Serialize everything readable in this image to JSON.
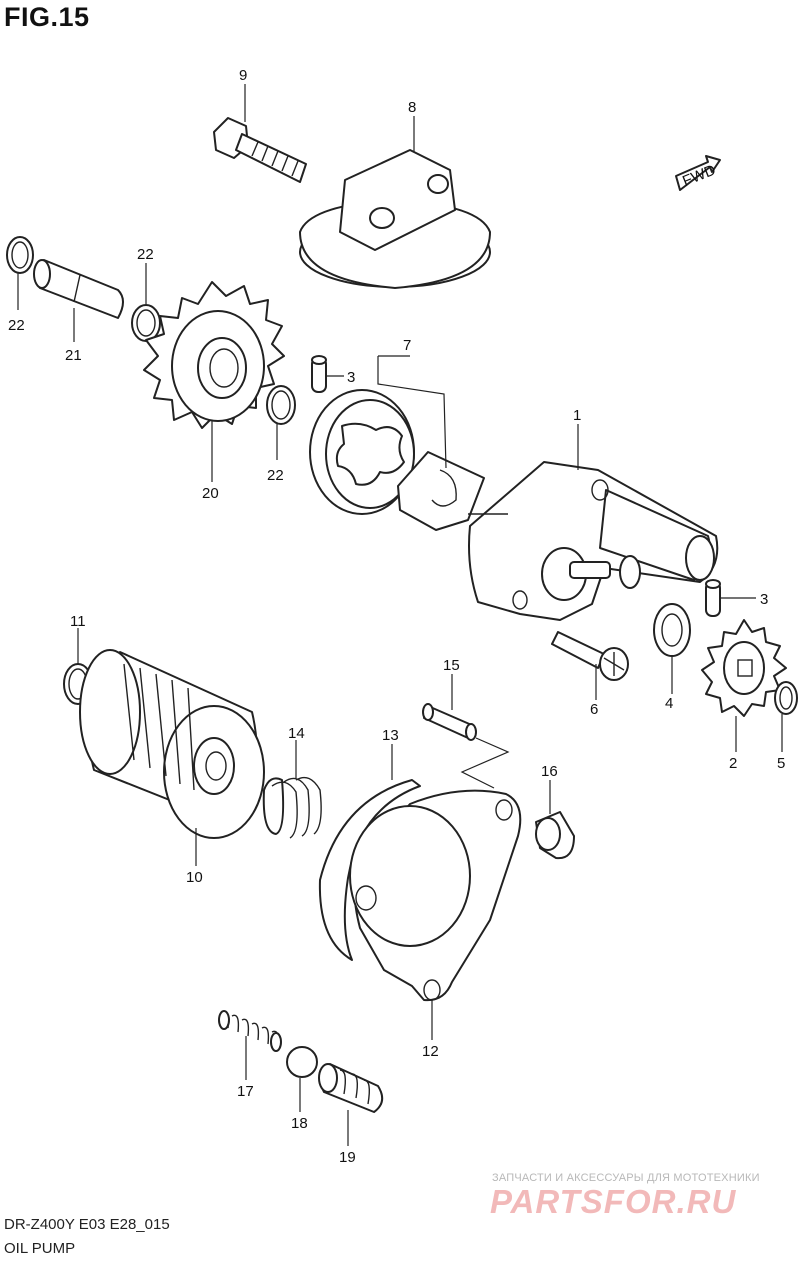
{
  "figure": {
    "title": "FIG.15",
    "model_code": "DR-Z400Y E03 E28_015",
    "group_name": "OIL PUMP"
  },
  "callouts": {
    "c1": "1",
    "c2": "2",
    "c3a": "3",
    "c3b": "3",
    "c4": "4",
    "c5": "5",
    "c6": "6",
    "c7": "7",
    "c8": "8",
    "c9": "9",
    "c10": "10",
    "c11": "11",
    "c12": "12",
    "c13": "13",
    "c14": "14",
    "c15": "15",
    "c16": "16",
    "c17": "17",
    "c18": "18",
    "c19": "19",
    "c20": "20",
    "c21": "21",
    "c22a": "22",
    "c22b": "22",
    "c22c": "22"
  },
  "fwd_label": "FWD",
  "watermark": {
    "tagline": "ЗАПЧАСТИ И АКСЕССУАРЫ ДЛЯ МОТОТЕХНИКИ",
    "brand": "PARTSFOR.RU",
    "brand_color": "#f2b9b9"
  },
  "icons": {
    "fwd": "fwd-arrow-icon"
  }
}
